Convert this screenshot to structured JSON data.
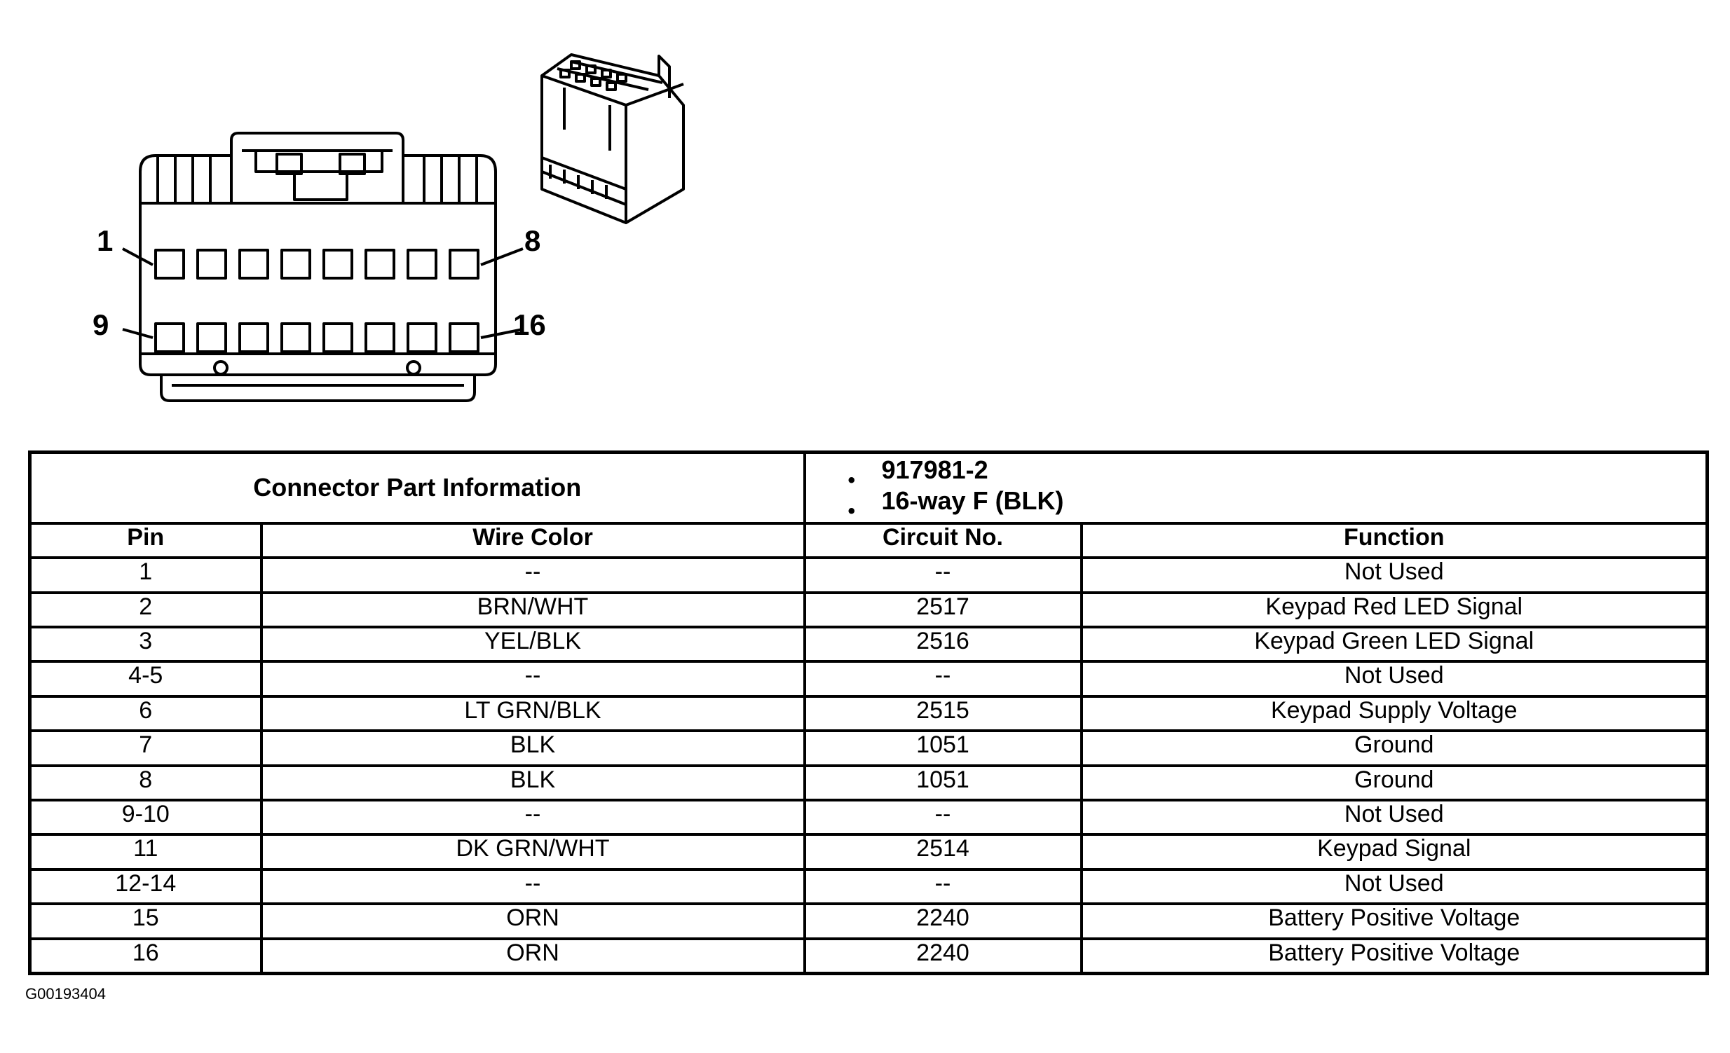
{
  "pin_labels": {
    "top_left": "1",
    "top_right": "8",
    "bottom_left": "9",
    "bottom_right": "16"
  },
  "connector_info": {
    "title": "Connector Part Information",
    "parts": [
      "917981-2",
      "16-way F (BLK)"
    ]
  },
  "table": {
    "headers": {
      "pin": "Pin",
      "wire_color": "Wire Color",
      "circuit": "Circuit No.",
      "function": "Function"
    },
    "rows": [
      {
        "pin": "1",
        "wire_color": "--",
        "circuit": "--",
        "function": "Not Used"
      },
      {
        "pin": "2",
        "wire_color": "BRN/WHT",
        "circuit": "2517",
        "function": "Keypad Red LED Signal"
      },
      {
        "pin": "3",
        "wire_color": "YEL/BLK",
        "circuit": "2516",
        "function": "Keypad Green LED Signal"
      },
      {
        "pin": "4-5",
        "wire_color": "--",
        "circuit": "--",
        "function": "Not Used"
      },
      {
        "pin": "6",
        "wire_color": "LT GRN/BLK",
        "circuit": "2515",
        "function": "Keypad Supply Voltage"
      },
      {
        "pin": "7",
        "wire_color": "BLK",
        "circuit": "1051",
        "function": "Ground"
      },
      {
        "pin": "8",
        "wire_color": "BLK",
        "circuit": "1051",
        "function": "Ground"
      },
      {
        "pin": "9-10",
        "wire_color": "--",
        "circuit": "--",
        "function": "Not Used"
      },
      {
        "pin": "11",
        "wire_color": "DK GRN/WHT",
        "circuit": "2514",
        "function": "Keypad Signal"
      },
      {
        "pin": "12-14",
        "wire_color": "--",
        "circuit": "--",
        "function": "Not Used"
      },
      {
        "pin": "15",
        "wire_color": "ORN",
        "circuit": "2240",
        "function": "Battery Positive Voltage"
      },
      {
        "pin": "16",
        "wire_color": "ORN",
        "circuit": "2240",
        "function": "Battery Positive Voltage"
      }
    ]
  },
  "figure_id": "G00193404"
}
